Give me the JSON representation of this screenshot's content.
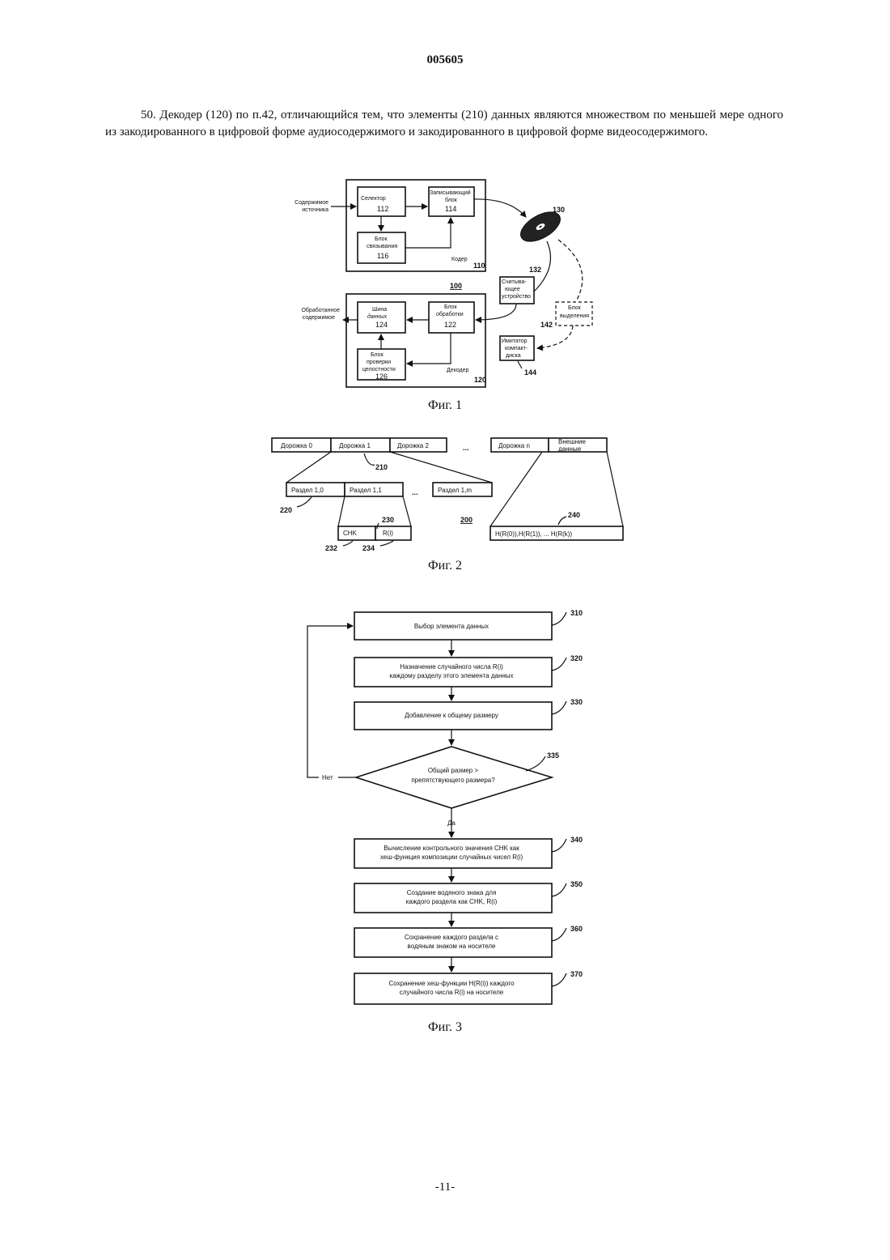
{
  "header": {
    "doc_number": "005605"
  },
  "claim": {
    "text": "50. Декодер (120) по п.42, отличающийся тем, что элементы (210) данных являются множеством по меньшей мере одного из закодированного в цифровой форме аудиосодержимого и закодированного в цифровой форме видеосодержимого."
  },
  "fig1": {
    "caption": "Фиг. 1",
    "source_label": [
      "Содержимое",
      "источника"
    ],
    "selector": [
      "Селектор",
      "112"
    ],
    "writer": [
      "Записывающий",
      "блок",
      "114"
    ],
    "binding": [
      "Блок",
      "связывания",
      "116"
    ],
    "encoder_label": "Кодер",
    "encoder_num": "110",
    "disc_num": "130",
    "reader": [
      "Считыва-",
      "ющее",
      "устройство"
    ],
    "reader_num": "132",
    "system_num": "100",
    "processed_label": [
      "Обработанное",
      "содержимое"
    ],
    "bus": [
      "Шина",
      "данных",
      "124"
    ],
    "processing": [
      "Блок",
      "обработки",
      "122"
    ],
    "integrity": [
      "Блок",
      "проверки",
      "целостности",
      "126"
    ],
    "decoder_label": "Декодер",
    "decoder_num": "120",
    "extraction": [
      "Блок",
      "выделения"
    ],
    "extraction_num": "142",
    "emulator": [
      "Имитатор",
      "компакт-",
      "диска"
    ],
    "emulator_num": "144"
  },
  "fig2": {
    "caption": "Фиг. 2",
    "tracks": [
      "Дорожка 0",
      "Дорожка 1",
      "Дорожка 2"
    ],
    "ellipsis": "...",
    "track_n": "Дорожка n",
    "external": [
      "Внешние",
      "данные"
    ],
    "ref_210": "210",
    "sections": [
      "Раздел 1,0",
      "Раздел 1,1",
      "Раздел 1,m"
    ],
    "ref_220": "220",
    "ref_230": "230",
    "chk": "CHK",
    "ri": "R(i)",
    "ref_232": "232",
    "ref_234": "234",
    "ref_200": "200",
    "ref_240": "240",
    "hash_list": "H(R(0)),H(R(1)), ... H(R(k))"
  },
  "fig3": {
    "caption": "Фиг. 3",
    "steps": [
      {
        "lines": [
          "Выбор элемента данных"
        ],
        "num": "310"
      },
      {
        "lines": [
          "Назначение случайного числа R(i)",
          "каждому разделу этого элемента данных"
        ],
        "num": "320"
      },
      {
        "lines": [
          "Добавление к общему размеру"
        ],
        "num": "330"
      }
    ],
    "decision": {
      "lines": [
        "Общий размер >",
        "препятствующего размера?"
      ],
      "num": "335",
      "no": "Нет",
      "yes": "Да"
    },
    "steps2": [
      {
        "lines": [
          "Вычисление контрольного значения CHK как",
          "хеш-функция композиции случайных чисел R(i)"
        ],
        "num": "340"
      },
      {
        "lines": [
          "Создание водяного знака для",
          "каждого раздела как CHK, R(i)"
        ],
        "num": "350"
      },
      {
        "lines": [
          "Сохранение каждого раздела с",
          "водяным знаком на носителе"
        ],
        "num": "360"
      },
      {
        "lines": [
          "Сохранение хеш-функции H(R(i)) каждого",
          "случайного числа R(i) на носителе"
        ],
        "num": "370"
      }
    ]
  },
  "footer": {
    "page": "-11-"
  }
}
